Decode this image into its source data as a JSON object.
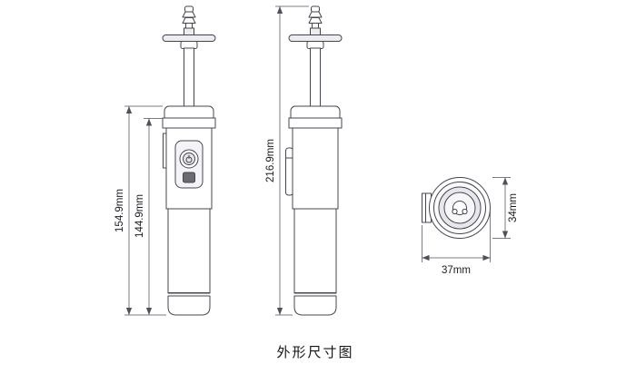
{
  "title": "外形尺寸图",
  "dimensions": {
    "front_outer": "154.9mm",
    "front_inner": "144.9mm",
    "side_overall": "216.9mm",
    "top_height": "34mm",
    "top_width": "37mm"
  },
  "colors": {
    "outline": "#45454f",
    "dimension": "#50505a",
    "background": "#ffffff"
  }
}
